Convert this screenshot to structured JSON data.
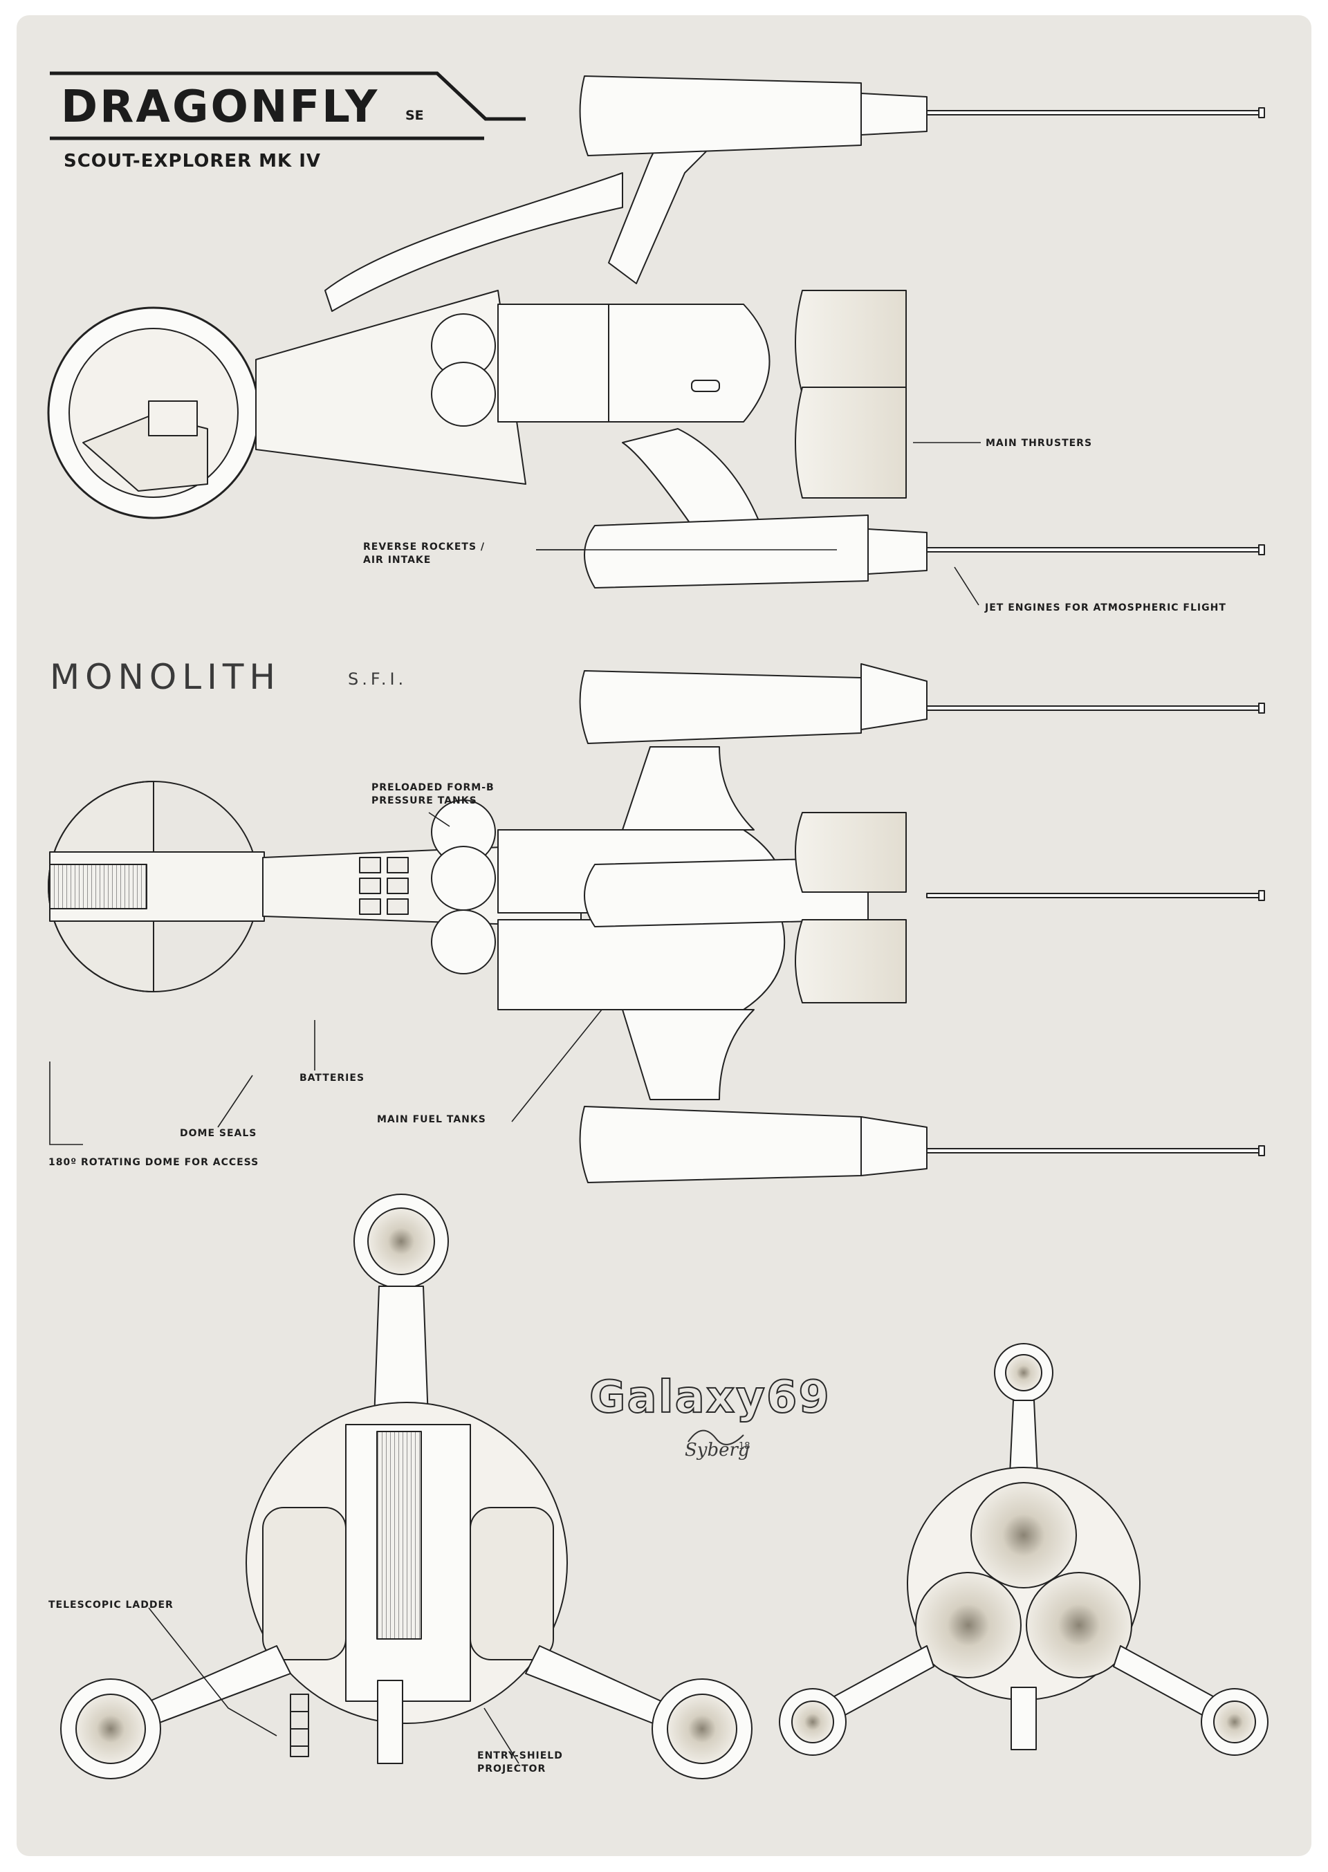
{
  "header": {
    "title": "DRAGONFLY",
    "title_suffix": "SE",
    "subtitle": "SCOUT-EXPLORER MK IV"
  },
  "brand": {
    "name": "MONOLITH",
    "suffix": "S.F.I."
  },
  "logo": {
    "text": "Galaxy69"
  },
  "signature": {
    "name": "Syberg",
    "year": "18"
  },
  "callouts": {
    "main_thrusters": "MAIN THRUSTERS",
    "reverse_rockets_1": "REVERSE ROCKETS /",
    "reverse_rockets_2": "AIR INTAKE",
    "jet_engines": "JET ENGINES FOR ATMOSPHERIC FLIGHT",
    "pressure_tanks_1": "PRELOADED FORM-B",
    "pressure_tanks_2": "PRESSURE TANKS",
    "batteries": "BATTERIES",
    "main_fuel_tanks": "MAIN FUEL TANKS",
    "dome_seals": "DOME SEALS",
    "rotating_dome": "180º ROTATING DOME FOR ACCESS",
    "telescopic_ladder": "TELESCOPIC LADDER",
    "entry_shield_1": "ENTRY-SHIELD",
    "entry_shield_2": "PROJECTOR"
  },
  "colors": {
    "paper": "#e9e7e2",
    "ink": "#1e1e1e",
    "hull": "#fbfbf9",
    "nozzle": "#d8d2c4"
  }
}
